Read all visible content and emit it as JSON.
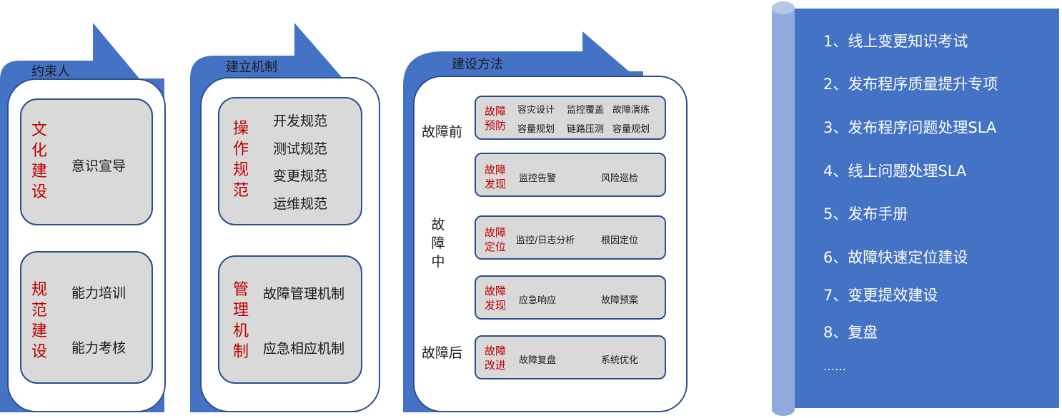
{
  "colors": {
    "blue": "#4472c4",
    "dark_blue": "#2d4f8c",
    "light_blue": "#8faadc",
    "grey": "#d9d9d9",
    "red": "#c00000"
  },
  "col1": {
    "title": "约束人",
    "box1": {
      "label": [
        "文",
        "化",
        "建",
        "设"
      ],
      "items": [
        "意识宣导"
      ]
    },
    "box2": {
      "label": [
        "规",
        "范",
        "建",
        "设"
      ],
      "items": [
        "能力培训",
        "能力考核"
      ]
    }
  },
  "col2": {
    "title": "建立机制",
    "box1": {
      "label": [
        "操",
        "作",
        "规",
        "范"
      ],
      "items": [
        "开发规范",
        "测试规范",
        "变更规范",
        "运维规范"
      ]
    },
    "box2": {
      "label": [
        "管",
        "理",
        "机",
        "制"
      ],
      "items": [
        "故障管理机制",
        "应急相应机制"
      ]
    }
  },
  "col3": {
    "title": "建设方法",
    "phases": {
      "before": "故障前",
      "during": [
        "故",
        "障",
        "中"
      ],
      "after": "故障后"
    },
    "rows": [
      {
        "label": [
          "故障",
          "预防"
        ],
        "items": [
          "容灾设计",
          "监控覆盖",
          "故障演练",
          "容量规划",
          "链路压测",
          "容量规划"
        ]
      },
      {
        "label": [
          "故障",
          "发现"
        ],
        "items": [
          "监控告警",
          "风险巡检"
        ]
      },
      {
        "label": [
          "故障",
          "定位"
        ],
        "items": [
          "监控/日志分析",
          "根因定位"
        ]
      },
      {
        "label": [
          "故障",
          "发现"
        ],
        "items": [
          "应急响应",
          "故障预案"
        ]
      },
      {
        "label": [
          "故障",
          "改进"
        ],
        "items": [
          "故障复盘",
          "系统优化"
        ]
      }
    ]
  },
  "scroll": {
    "items": [
      "1、线上变更知识考试",
      "2、发布程序质量提升专项",
      "3、发布程序问题处理SLA",
      "4、线上问题处理SLA",
      "5、发布手册",
      "6、故障快速定位建设",
      "7、变更提效建设",
      "8、复盘",
      "……"
    ]
  }
}
